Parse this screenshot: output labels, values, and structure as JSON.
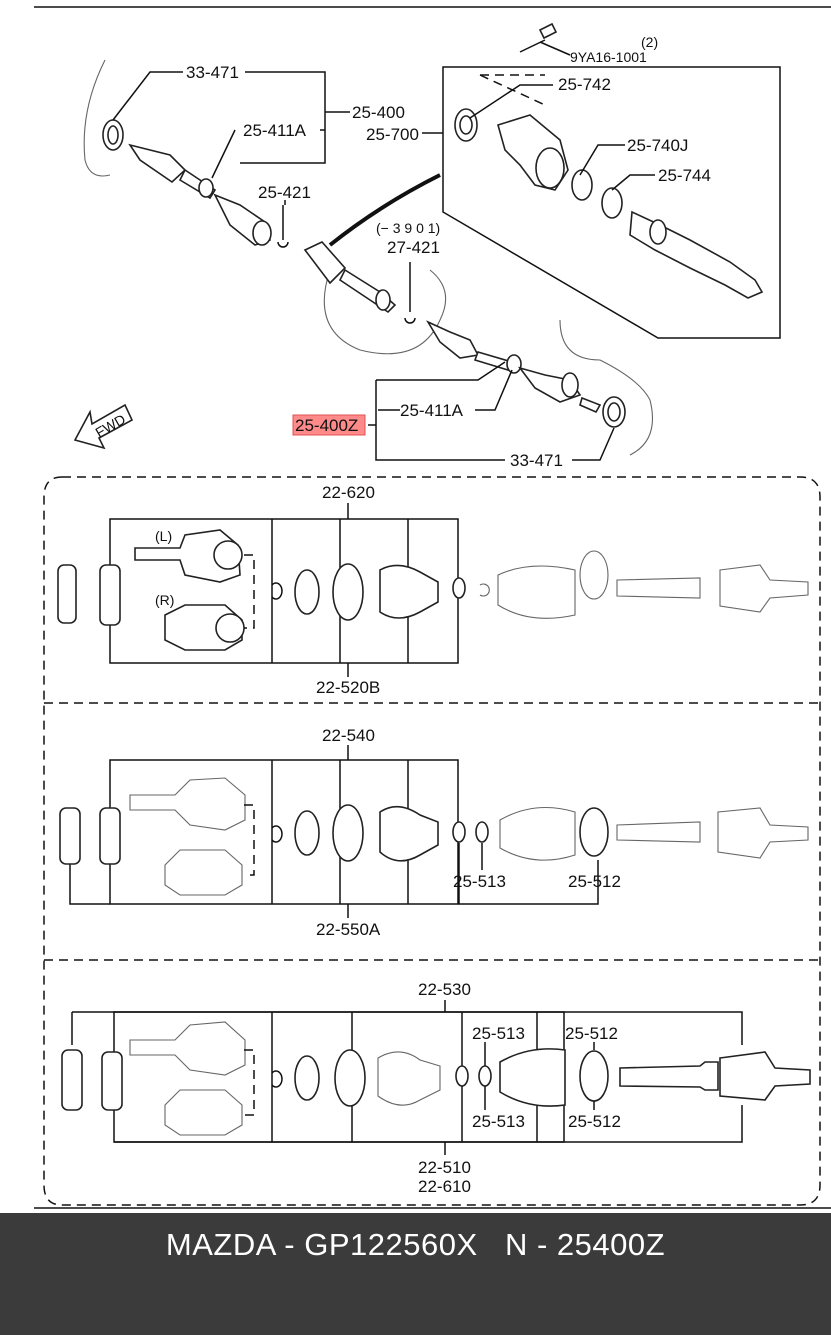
{
  "callouts": {
    "top": {
      "c33471": "33-471",
      "c25400": "25-400",
      "c25411A": "25-411A",
      "c25700": "25-700",
      "c25421": "25-421",
      "c9YA": "9YA16-1001",
      "c9YA_qty": "(2)",
      "c25742": "25-742",
      "c25740J": "25-740J",
      "c25744": "25-744",
      "c3901": "(− 3 9 0 1)",
      "c27421": "27-421",
      "c25411A_b": "25-411A",
      "c25400Z": "25-400Z",
      "c33471_b": "33-471",
      "fwd": "FWD"
    },
    "panel1": {
      "top": "22-620",
      "bottom": "22-520B",
      "left_label": "(L)",
      "right_label": "(R)"
    },
    "panel2": {
      "top": "22-540",
      "bottom": "22-550A",
      "c513": "25-513",
      "c512": "25-512"
    },
    "panel3": {
      "top": "22-530",
      "c513_top": "25-513",
      "c512_top": "25-512",
      "c513_bot": "25-513",
      "c512_bot": "25-512",
      "bottom1": "22-510",
      "bottom2": "22-610"
    }
  },
  "highlight_color": "#ff8a8a",
  "footer": {
    "caption": "MAZDA - GP122560X   N - 25400Z"
  }
}
